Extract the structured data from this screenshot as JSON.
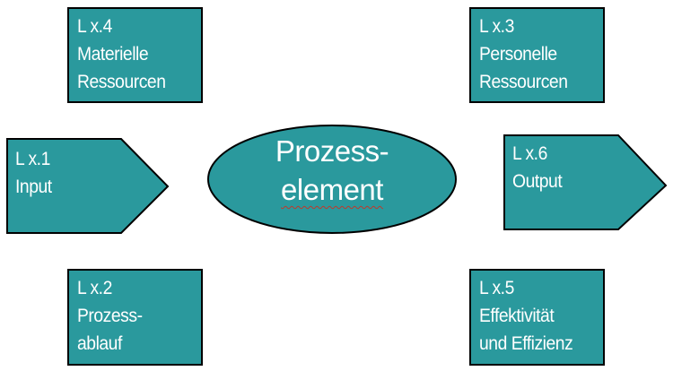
{
  "diagram": {
    "colors": {
      "fill": "#2a999d",
      "stroke": "#000000",
      "text": "#ffffff",
      "background": "#ffffff"
    },
    "center": {
      "shape": "ellipse",
      "lines": [
        "Prozess-",
        "element"
      ],
      "spellcheck_underlined_word": "element"
    },
    "input": {
      "shape": "pentagon-arrow",
      "lines": [
        "L x.1",
        "Input"
      ]
    },
    "output": {
      "shape": "pentagon-arrow",
      "lines": [
        "L x.6",
        "Output"
      ]
    },
    "boxes": {
      "top_left": {
        "lines": [
          "L x.4",
          "Materielle",
          "Ressourcen"
        ]
      },
      "top_right": {
        "lines": [
          "L x.3",
          "Personelle",
          "Ressourcen"
        ]
      },
      "bottom_left": {
        "lines": [
          "L x.2",
          "Prozess-",
          "ablauf"
        ]
      },
      "bottom_right": {
        "lines": [
          "L x.5",
          "Effektivität",
          "und Effizienz"
        ]
      }
    }
  }
}
